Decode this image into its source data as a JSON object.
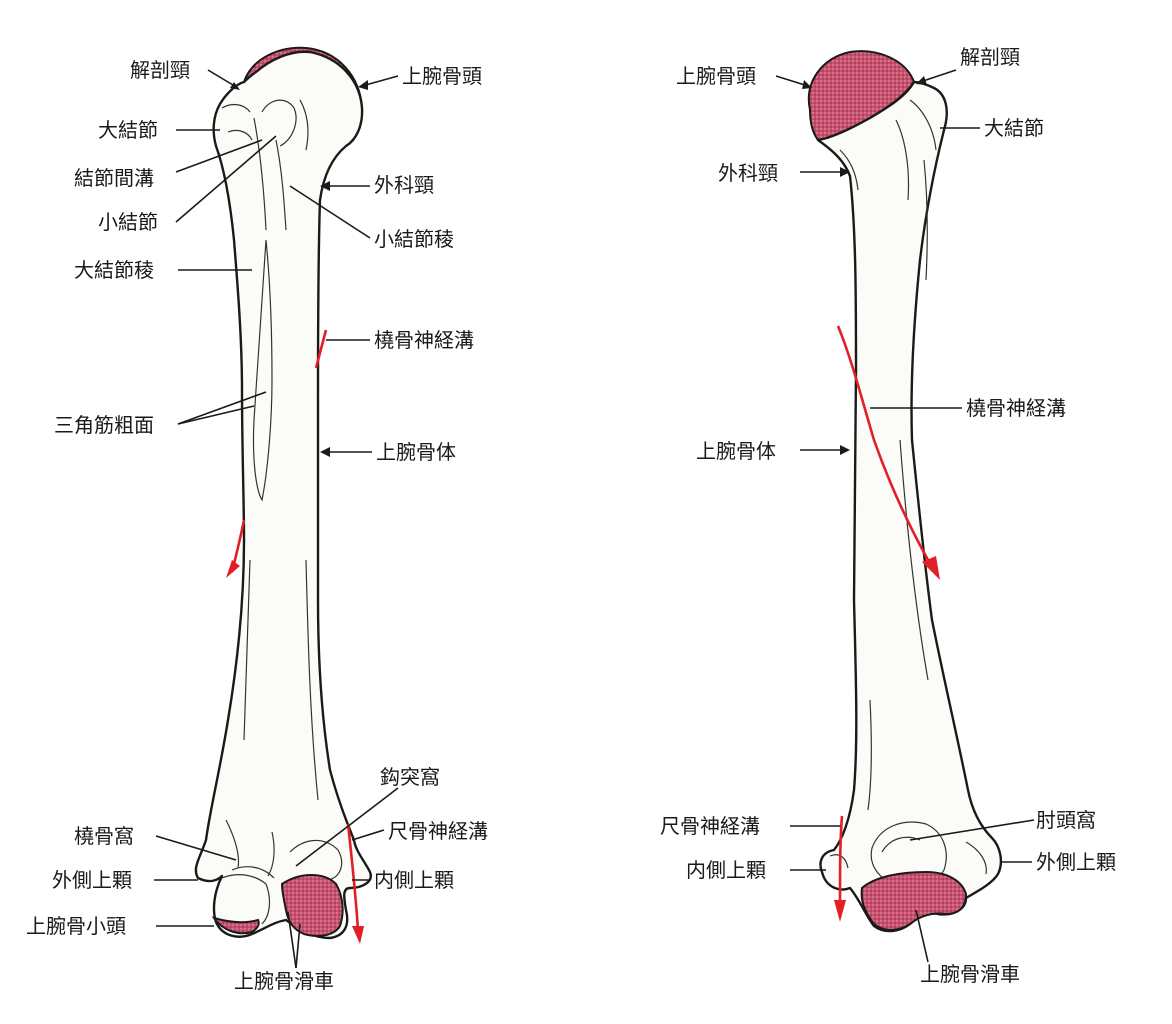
{
  "colors": {
    "cartilage": "#c9506e",
    "nerve": "#e31f26",
    "line": "#1a1a1a",
    "bone": "#fbfbf8"
  },
  "anterior": {
    "anatomical_neck": "解剖頸",
    "humeral_head": "上腕骨頭",
    "greater_tubercle": "大結節",
    "intertubercular_groove": "結節間溝",
    "surgical_neck": "外科頸",
    "lesser_tubercle": "小結節",
    "crest_lesser_tubercle": "小結節稜",
    "crest_greater_tubercle": "大結節稜",
    "radial_groove": "橈骨神経溝",
    "deltoid_tuberosity": "三角筋粗面",
    "humeral_body": "上腕骨体",
    "coronoid_fossa": "鈎突窩",
    "radial_fossa": "橈骨窩",
    "ulnar_groove": "尺骨神経溝",
    "lateral_epicondyle": "外側上顆",
    "medial_epicondyle": "内側上顆",
    "capitulum": "上腕骨小頭",
    "trochlea": "上腕骨滑車"
  },
  "posterior": {
    "humeral_head": "上腕骨頭",
    "anatomical_neck": "解剖頸",
    "greater_tubercle": "大結節",
    "surgical_neck": "外科頸",
    "radial_groove": "橈骨神経溝",
    "humeral_body": "上腕骨体",
    "ulnar_groove": "尺骨神経溝",
    "olecranon_fossa": "肘頭窩",
    "medial_epicondyle": "内側上顆",
    "lateral_epicondyle": "外側上顆",
    "trochlea": "上腕骨滑車"
  }
}
